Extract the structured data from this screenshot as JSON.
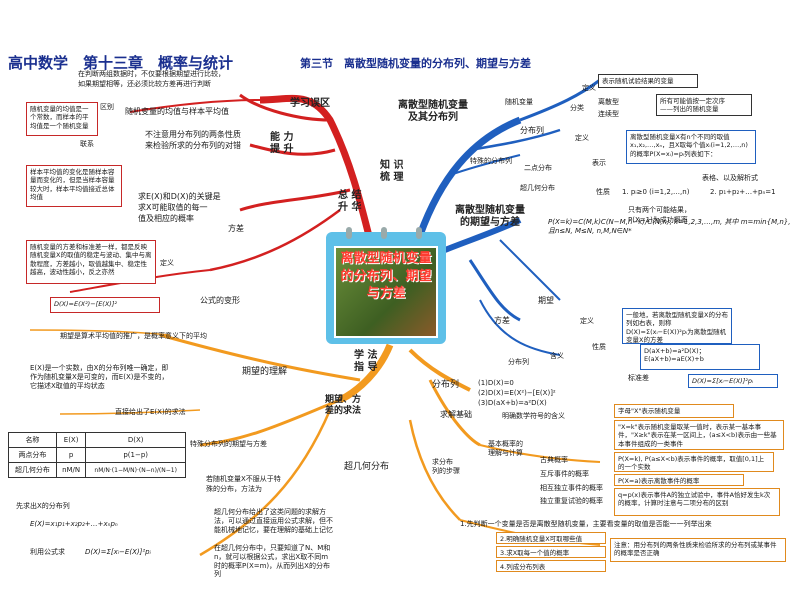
{
  "header": {
    "title": "高中数学　第十三章　概率与统计",
    "subtitle": "第三节　离散型随机变量的分布列、期望与方差"
  },
  "center": {
    "label": "离散型随机变量的分布列、期望与方差"
  },
  "hubs": {
    "summary": "总 结\n升 华",
    "knowledge": "知 识\n梳 理",
    "method": "学 法\n指 导",
    "mistakes": "学习误区",
    "ability": "能 力\n提 升"
  },
  "left_top": {
    "note1": "在判断两组数据时，不仅要根据期望进行比较，",
    "note2": "如果期望相等，还必须比较方差再进行判断",
    "distinguish": "区别",
    "mean_vs_sample": "随机变量的均值与样本平均值",
    "red_box1": "随机变量的均值是一个常数，而样本的平均值是一个随机变量",
    "relation": "联系",
    "red_box2": "样本平均值的变化是随样本容量而变化的，但是当样本容量较大时，样本平均值接近总体均值",
    "not_note1": "不注意用分布列的两条性质",
    "not_note2": "来检验所求的分布列的对错",
    "key1": "求E(X)和D(X)的关键是",
    "key2": "求X可能取值的每一",
    "key3": "值及相应的概率",
    "variance": "方差",
    "definition": "定义",
    "var_box": "随机变量的方差和标准差一样，都是反映随机变量X的取值的稳定与波动、集中与离散程度，方差越小，取值越集中、稳定性越高，波动性越小，反之亦然",
    "formula_transform": "公式的变形",
    "var_formula": "D(X)=E(X²)−[E(X)]²"
  },
  "left_mid": {
    "expect_note": "期望是算术平均值的推广，是概率意义下的平均",
    "understanding": "期望的理解",
    "ex_note": "E(X)是一个实数，由X的分布列唯一确定，即作为随机变量X是可变的，而E(X)是不变的，它描述X取值的平均状态",
    "direct": "直接给出了E(X)的求法"
  },
  "left_bottom": {
    "exp_var_methods": "期望、方\n差的求法",
    "special_dist": "特殊分布列的期望与方差",
    "table_headers": [
      "名称",
      "E(X)",
      "D(X)"
    ],
    "table_rows": [
      [
        "两点分布",
        "p",
        "p(1−p)"
      ],
      [
        "超几何分布",
        "nM/N",
        "nM/N·(1−M/N)·(N−n)/(N−1)"
      ]
    ],
    "bernoulli1": "若随机变量X不服从于特",
    "bernoulli2": "殊的分布，方法为",
    "step1": "先求出X的分布列",
    "ex_sum": "E(X)=x₁p₁+x₂p₂+…+xₙpₙ",
    "use_formula": "利用公式求",
    "dx_formula": "D(X)=Σ[xᵢ−E(X)]²pᵢ",
    "hyper_note": "超几何分布给出了这类问题的求解方法，可以通过直接运用公式求解，但不能机械地记忆，要在理解的基础上记忆",
    "hyper_note2": "在超几何分布中，只要知道了N、M和n，就可以根据公式，求出X取不同m时的概率P(X=m)，从而列出X的分布列",
    "hypergeometric": "超几何分布",
    "dist_list": "分布列"
  },
  "right_top": {
    "knowledge_title": "离散型随机变量\n及其分布列",
    "random_var": "随机变量",
    "def1": "定义",
    "def_box": "表示随机试验结果的变量",
    "classify": "分类",
    "discrete": "离散型",
    "continuous": "连续型",
    "discrete_box": "所有可能值按一定次序\n——列出的随机变量",
    "dist_list": "分布列",
    "def2": "定义",
    "def2_box": "离散型随机变量X有n个不同的取值x₁,x₂,…,xₙ，且X取每个值xᵢ(i=1,2,…,n)的概率P(X=xᵢ)=pᵢ列表如下：",
    "repr": "表示",
    "repr_note": "表格、以及解析式",
    "special_dist": "特殊的分布列",
    "two_point": "二点分布",
    "hyper": "超几何分布",
    "prop1": "1. pᵢ≥0 (i=1,2,…,n)",
    "prop2": "2. p₁+p₂+…+pₙ=1",
    "prop": "性质",
    "only_two": "只有两个可能结果，",
    "success_prob": "P(X=1)为成功概率",
    "hyper_formula": "P(X=k)=C(M,k)C(N−M,n−k)/C(N,n), k=1,2,3,…,m, 其中 m=min{M,n}, 且n≤N, M≤N, n,M,N∈N*",
    "exp_var_title": "离散型随机变量\n的期望与方差"
  },
  "right_mid": {
    "expectation": "期望",
    "variance": "方差",
    "def": "定义",
    "var_def_box": "一般地，若离散型随机变量X的分布列如右表，则称D(X)=Σ(xᵢ−E(X))²pᵢ为离散型随机变量X的方差",
    "property": "性质",
    "meaning": "含义",
    "prop_box": "D(aX+b)=a²D(X)；E(aX+b)=aE(X)+b",
    "meaning_box": "D(X)=Σ[xᵢ−E(X)]²pᵢ",
    "stddev": "标准差",
    "dist_list2": "分布列",
    "simple": "(1)D(X)=0",
    "simple2": "(2)D(X)=E(X²)−[E(X)]²",
    "simple3": "(3)D(aX+b)=a²D(X)"
  },
  "right_bottom": {
    "solve_basis": "求解基础",
    "understand": "明确数学符号的含义",
    "basic_prob": "基本概率的\n理解与计算",
    "classic": "古典概率",
    "mutex": "互斥事件的概率",
    "independent": "相互独立事件的概率",
    "indep_repeat": "独立重复试验的概率",
    "solve_steps": "求分布\n列的步骤",
    "note_letter": "字母\"X\"表示随机变量",
    "note_x": "\"X=k\"表示随机变量取某一值时，表示某一基本事件，\"X≥k\"表示在某一区间上，(a≤X<b)表示由一些基本事件组成的一类事件",
    "note_p": "P(X=k), P(a≤X<b)表示事件的概率，取值[0,1]上的一个实数",
    "note_px": "P(X=a)表示离散事件的概率",
    "note_q": "q=p(x)表示事件A的独立试验中，事件A恰好发生k次的概率，计算时注意与二项分布的区别",
    "step1": "1.先判断一个变量是否是离散型随机变量，主要看变量的取值是否能一一列举出来",
    "step2": "2.明确随机变量X可取哪些值",
    "step3": "3.求X取每一个值的概率",
    "step4": "4.列成分布列表",
    "bottom_note": "注意：用分布列的两条性质来检验所求的分布列或某事件的概率是否正确"
  },
  "colors": {
    "title": "#1a2f8f",
    "red_branch": "#d32020",
    "blue_branch": "#1f5fbf",
    "orange_branch": "#f29a1f",
    "center_bg": "#5ec0e8",
    "center_text": "#ff3b30"
  }
}
